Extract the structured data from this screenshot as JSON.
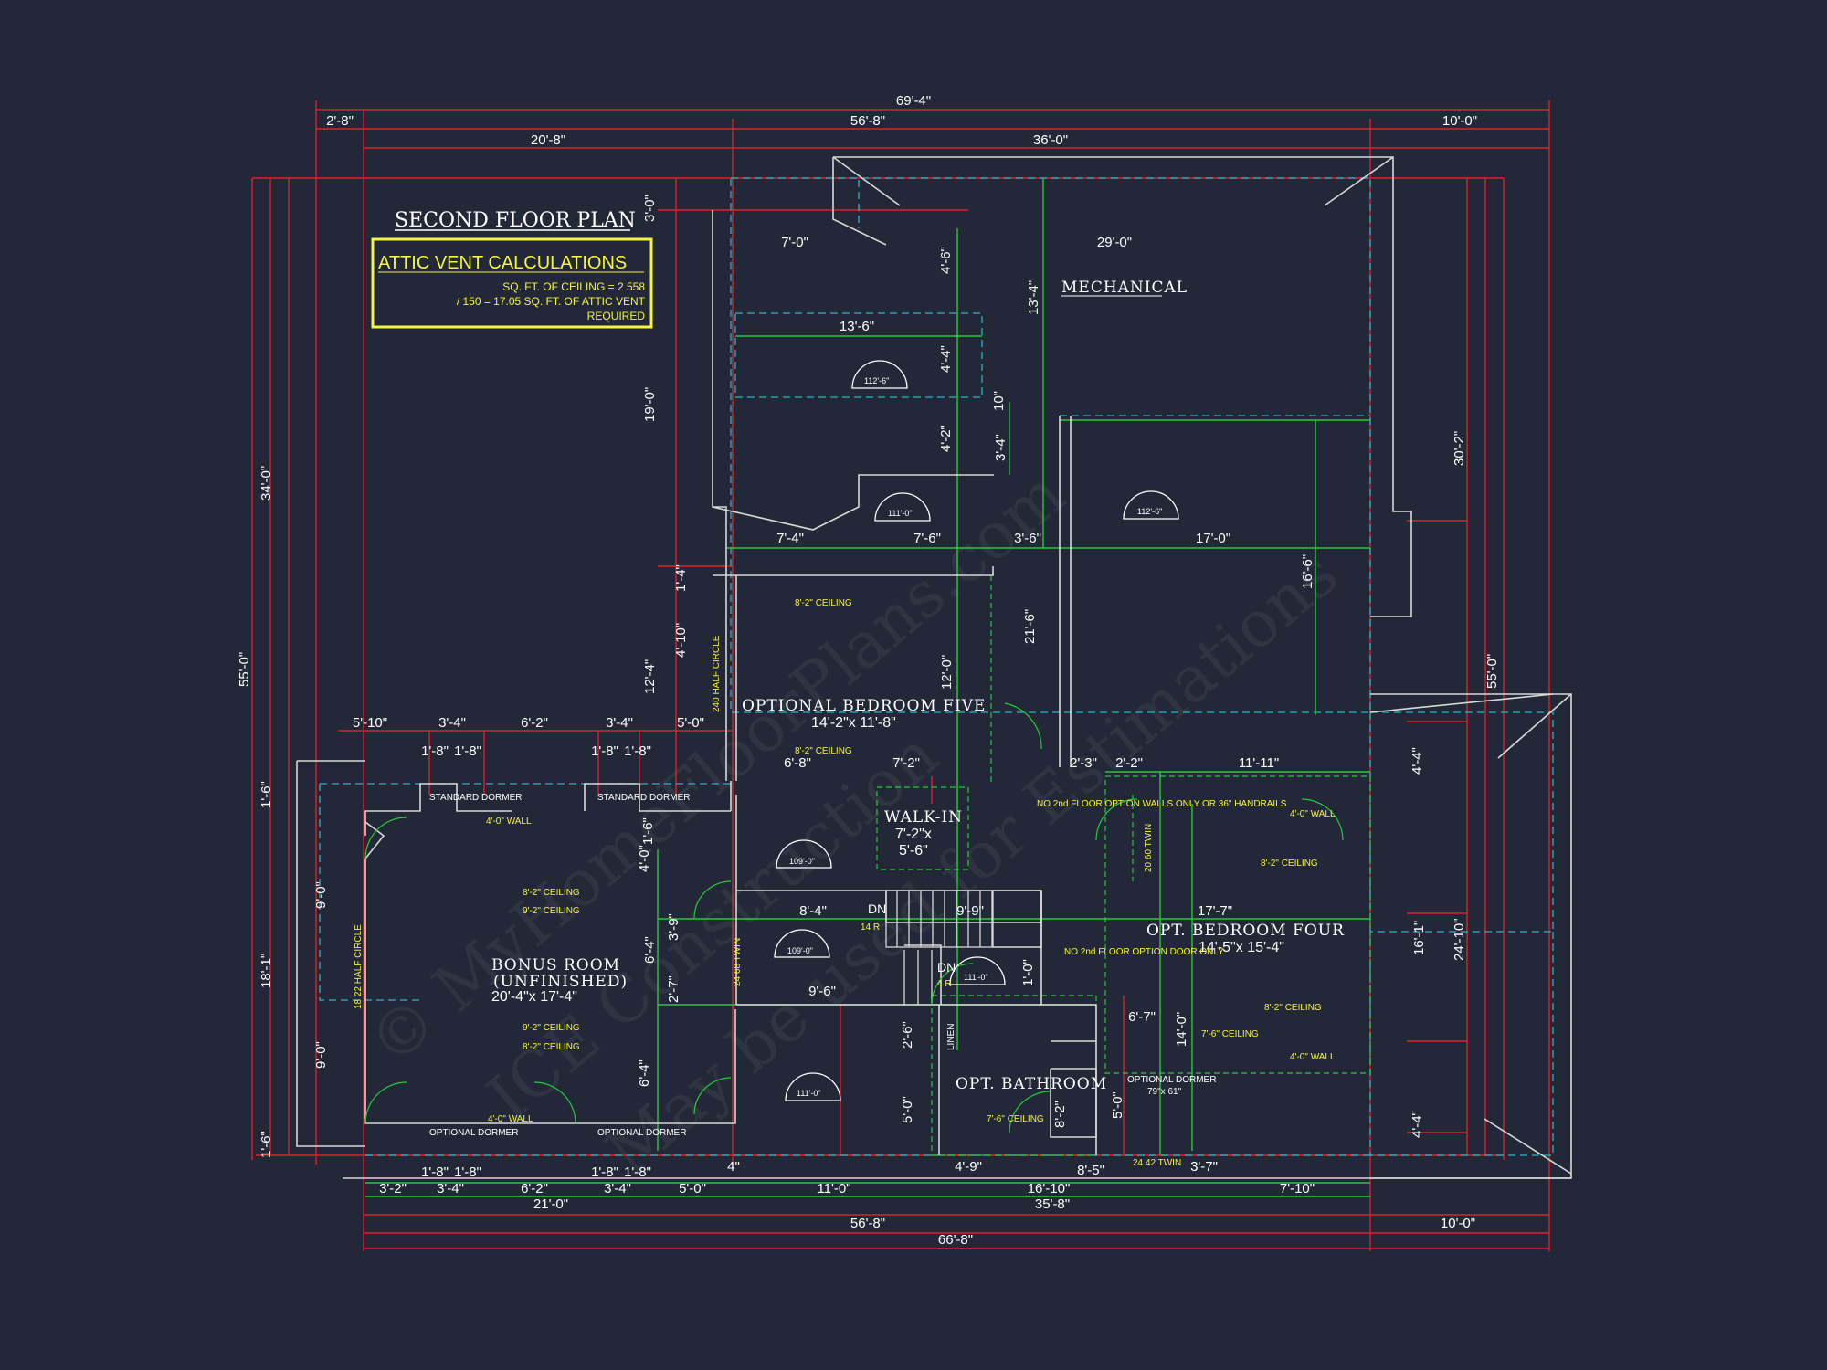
{
  "plan_title": "SECOND FLOOR PLAN",
  "attic": {
    "title": "ATTIC VENT CALCULATIONS",
    "line1": "SQ. FT. OF CEILING = 2 558",
    "line2": "/ 150 = 17.05 SQ. FT. OF ATTIC VENT",
    "line3": "REQUIRED"
  },
  "watermark": {
    "line1": "© MyHomeFloorPlans.com",
    "line2": "ICE Construction",
    "line3": "May be used for Estimations"
  },
  "rooms": {
    "mechanical": "MECHANICAL",
    "bedroom5_name": "OPTIONAL BEDROOM FIVE",
    "bedroom5_size": "14'-2\"x 11'-8\"",
    "walkin_name": "WALK-IN",
    "walkin_size1": "7'-2\"x",
    "walkin_size2": "5'-6\"",
    "bonus_name": "BONUS ROOM",
    "bonus_sub": "(UNFINISHED)",
    "bonus_size": "20'-4\"x 17'-4\"",
    "bedroom4_name": "OPT. BEDROOM FOUR",
    "bedroom4_size": "14'-5\"x 15'-4\"",
    "bath_name": "OPT. BATHROOM",
    "opt_dormer_name": "OPTIONAL DORMER",
    "opt_dormer_size": "79\"x 61\""
  },
  "dims_top": {
    "overall": "69'-4\"",
    "a": "2'-8\"",
    "b": "56'-8\"",
    "c": "10'-0\"",
    "d": "20'-8\"",
    "e": "36'-0\"",
    "f": "7'-0\"",
    "g": "29'-0\"",
    "h": "13'-6\""
  },
  "dims_bottom": {
    "a": "3'-2\"",
    "b": "3'-4\"",
    "c": "6'-2\"",
    "d": "3'-4\"",
    "e": "5'-0\"",
    "f": "11'-0\"",
    "g": "4'-9\"",
    "h": "16'-10\"",
    "i": "8'-5\"",
    "j": "3'-7\"",
    "k": "7'-10\"",
    "l": "21'-0\"",
    "m": "35'-8\"",
    "n": "56'-8\"",
    "o": "10'-0\"",
    "p": "66'-8\"",
    "q": "1'-8\"",
    "r": "1'-8\"",
    "s": "1'-8\"",
    "t": "1'-8\"",
    "u": "4\""
  },
  "dims_left": {
    "a": "34'-0\"",
    "b": "55'-0\"",
    "c": "18'-1\"",
    "d": "1'-6\"",
    "e": "1'-6\"",
    "f": "9'-0\"",
    "g": "9'-0\"",
    "h": "3'-0\"",
    "i": "19'-0\""
  },
  "dims_right": {
    "a": "30'-2\"",
    "b": "55'-0\"",
    "c": "24'-10\"",
    "d": "16'-1\"",
    "e": "4'-4\"",
    "f": "4'-4\"",
    "g": "16'-6\""
  },
  "dims_mid": {
    "a": "5'-10\"",
    "b": "3'-4\"",
    "c": "6'-2\"",
    "d": "3'-4\"",
    "e": "5'-0\"",
    "f": "1'-8\"",
    "g": "1'-8\"",
    "h": "1'-8\"",
    "i": "1'-8\"",
    "j": "7'-4\"",
    "k": "7'-6\"",
    "l": "3'-6\"",
    "m": "17'-0\"",
    "n": "6'-8\"",
    "o": "7'-2\"",
    "p": "8'-4\"",
    "q": "9'-9\"",
    "r": "9'-6\"",
    "s": "2'-3\"",
    "t": "2'-2\"",
    "u": "11'-11\"",
    "v": "17'-7\"",
    "w": "6'-7\"",
    "x": "4'-6\"",
    "y": "4'-4\"",
    "z": "13'-4\"",
    "aa": "3'-4\"",
    "ab": "12'-0\"",
    "ac": "21'-6\"",
    "ad": "12'-4\"",
    "ae": "4'-10\"",
    "af": "1'-4\"",
    "ag": "6'-4\"",
    "ah": "2'-7\"",
    "ai": "3'-9\"",
    "aj": "4'-0\"",
    "ak": "6'-4\"",
    "al": "5'-0\"",
    "am": "2'-6\"",
    "an": "8'-2\"",
    "ao": "5'-0\"",
    "ap": "14'-0\"",
    "aq": "10\"",
    "ar": "4'-2\"",
    "as": "1'-6\"",
    "at": "1'-0\""
  },
  "notes": {
    "ceil82a": "8'-2\" CEILING",
    "ceil82b": "8'-2\" CEILING",
    "ceil92a": "9'-2\" CEILING",
    "ceil82c": "8'-2\" CEILING",
    "ceil92b": "9'-2\" CEILING",
    "ceil82d": "8'-2\" CEILING",
    "ceil82e": "8'-2\" CEILING",
    "ceil82f": "8'-2\" CEILING",
    "ceil76a": "7'-6\" CEILING",
    "ceil76b": "7'-6\" CEILING",
    "wall4a": "4'-0\" WALL",
    "wall4b": "4'-0\" WALL",
    "wall4c": "4'-0\" WALL",
    "wall4d": "4'-0\" WALL",
    "half_circle_a": "240 HALF CIRCLE",
    "half_circle_b": "18 22 HALF CIRCLE",
    "no_walls": "NO 2nd FLOOR OPTION WALLS ONLY OR 36\" HANDRAILS",
    "no_door": "NO 2nd FLOOR OPTION DOOR ONLY",
    "std_dormer": "STANDARD DORMER",
    "std_dormer2": "STANDARD DORMER",
    "opt_dormer_a": "OPTIONAL DORMER",
    "opt_dormer_b": "OPTIONAL DORMER",
    "twin_a": "24 68 TWIN",
    "twin_b": "20 60 TWIN",
    "twin_c": "24 42 TWIN",
    "dn_a": "DN",
    "dn_b": "DN",
    "r14": "14 R",
    "r4": "4 R",
    "linen": "LINEN",
    "arc_a": "112'-6\"",
    "arc_b": "111'-0\"",
    "arc_c": "112'-6\"",
    "arc_d": "109'-0\"",
    "arc_e": "109'-0\"",
    "arc_f": "111'-0\"",
    "arc_g": "111'-0\""
  },
  "colors": {
    "background": "#232838",
    "dim_red": "#e0202a",
    "wall_white": "#d8d8d8",
    "green": "#27c93a",
    "cyan_dash": "#25b6c8",
    "yellow": "#f5f53c"
  }
}
